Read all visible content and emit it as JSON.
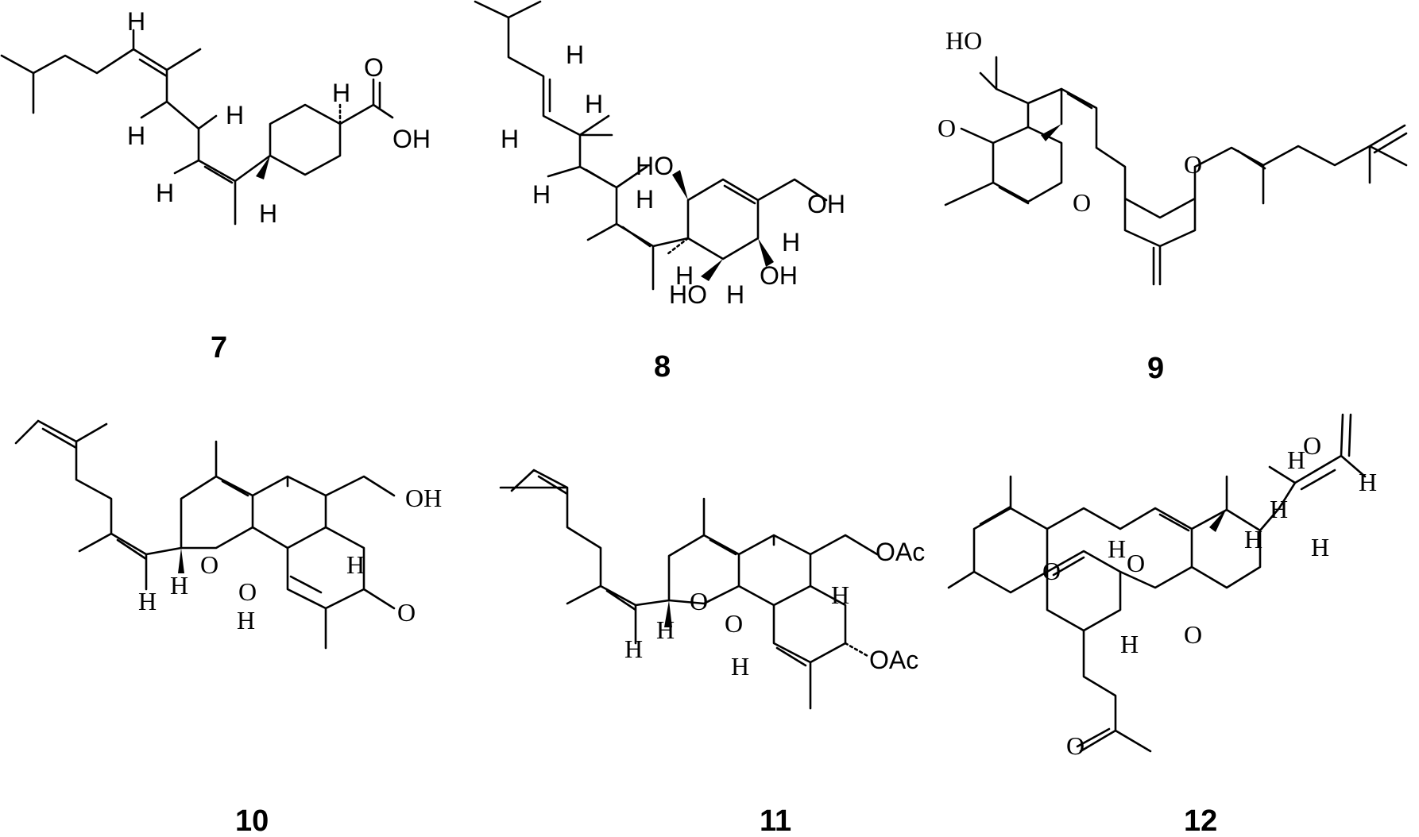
{
  "compounds": [
    {
      "id": "7",
      "labels": {
        "o": "O",
        "oh": "OH",
        "h1": "H",
        "h2": "H",
        "h3": "H",
        "h4": "H",
        "h5": "H",
        "h6": "H"
      }
    },
    {
      "id": "8",
      "labels": {
        "h1": "H",
        "h2": "H",
        "h3": "H",
        "h4": "H",
        "ho1": "HO",
        "h5": "H",
        "oh1": "OH",
        "h6": "H",
        "oh2": "OH",
        "h7": "H",
        "ho2": "HO",
        "h8": "H"
      }
    },
    {
      "id": "9",
      "labels": {
        "ho": "HO",
        "o1": "O",
        "o2": "O",
        "o3": "O"
      }
    },
    {
      "id": "10",
      "labels": {
        "oh": "OH",
        "o1": "O",
        "o2": "O",
        "o3": "O",
        "h1": "H",
        "h2": "H",
        "h3": "H",
        "h4": "H"
      }
    },
    {
      "id": "11",
      "labels": {
        "oac1": "OAc",
        "oac2": "OAc",
        "o1": "O",
        "o2": "O",
        "h1": "H",
        "h2": "H",
        "h3": "H",
        "h4": "H"
      }
    },
    {
      "id": "12",
      "labels": {
        "o1": "O",
        "o2": "O",
        "o3": "O",
        "o4": "O",
        "o5": "O",
        "h1": "H",
        "h2": "H",
        "h3": "H",
        "h4": "H",
        "h5": "H",
        "h6": "H",
        "h7": "H"
      }
    }
  ]
}
